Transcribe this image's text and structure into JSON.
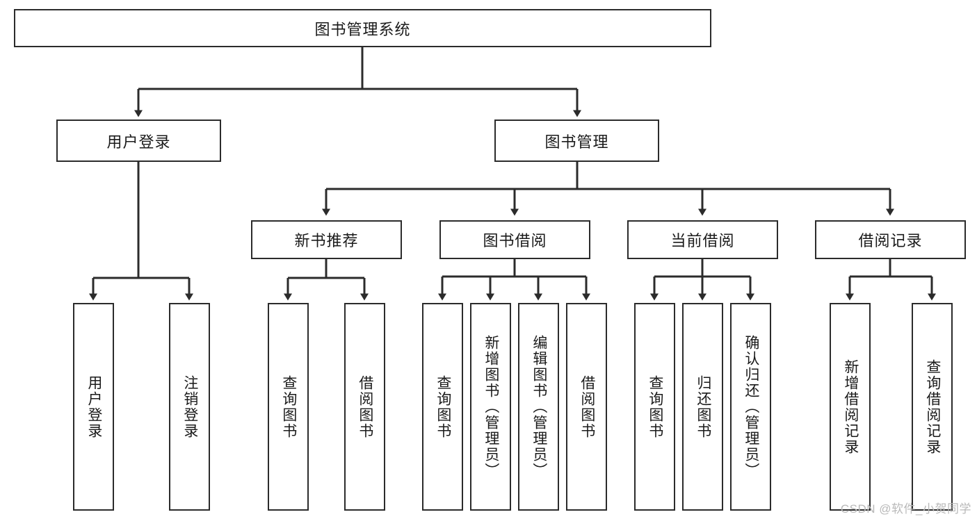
{
  "diagram": {
    "type": "tree-hierarchy",
    "title_node": {
      "label": "图书管理系统"
    },
    "level2": [
      {
        "id": "user-login",
        "label": "用户登录"
      },
      {
        "id": "book-management",
        "label": "图书管理"
      }
    ],
    "level3": [
      {
        "id": "new-book-recommend",
        "label": "新书推荐"
      },
      {
        "id": "book-borrow",
        "label": "图书借阅"
      },
      {
        "id": "current-borrow",
        "label": "当前借阅"
      },
      {
        "id": "borrow-record",
        "label": "借阅记录"
      }
    ],
    "leaves": [
      {
        "id": "leaf-user-login",
        "label": "用户登录"
      },
      {
        "id": "leaf-logout-login",
        "label": "注销登录"
      },
      {
        "id": "leaf-query-book-1",
        "label": "查询图书"
      },
      {
        "id": "leaf-borrow-book-1",
        "label": "借阅图书"
      },
      {
        "id": "leaf-query-book-2",
        "label": "查询图书"
      },
      {
        "id": "leaf-add-book",
        "label": "新增图书（管理员）"
      },
      {
        "id": "leaf-edit-book",
        "label": "编辑图书（管理员）"
      },
      {
        "id": "leaf-borrow-book-2",
        "label": "借阅图书"
      },
      {
        "id": "leaf-query-book-3",
        "label": "查询图书"
      },
      {
        "id": "leaf-return-book",
        "label": "归还图书"
      },
      {
        "id": "leaf-confirm-return",
        "label": "确认归还（管理员）"
      },
      {
        "id": "leaf-add-record",
        "label": "新增借阅记录"
      },
      {
        "id": "leaf-query-record",
        "label": "查询借阅记录"
      }
    ],
    "colors": {
      "stroke": "#2b2b2b",
      "fill": "#ffffff",
      "text": "#1a1a1a",
      "watermark": "#b9b9b9"
    }
  },
  "watermark": {
    "text": "CSDN @软件_小贺同学"
  }
}
